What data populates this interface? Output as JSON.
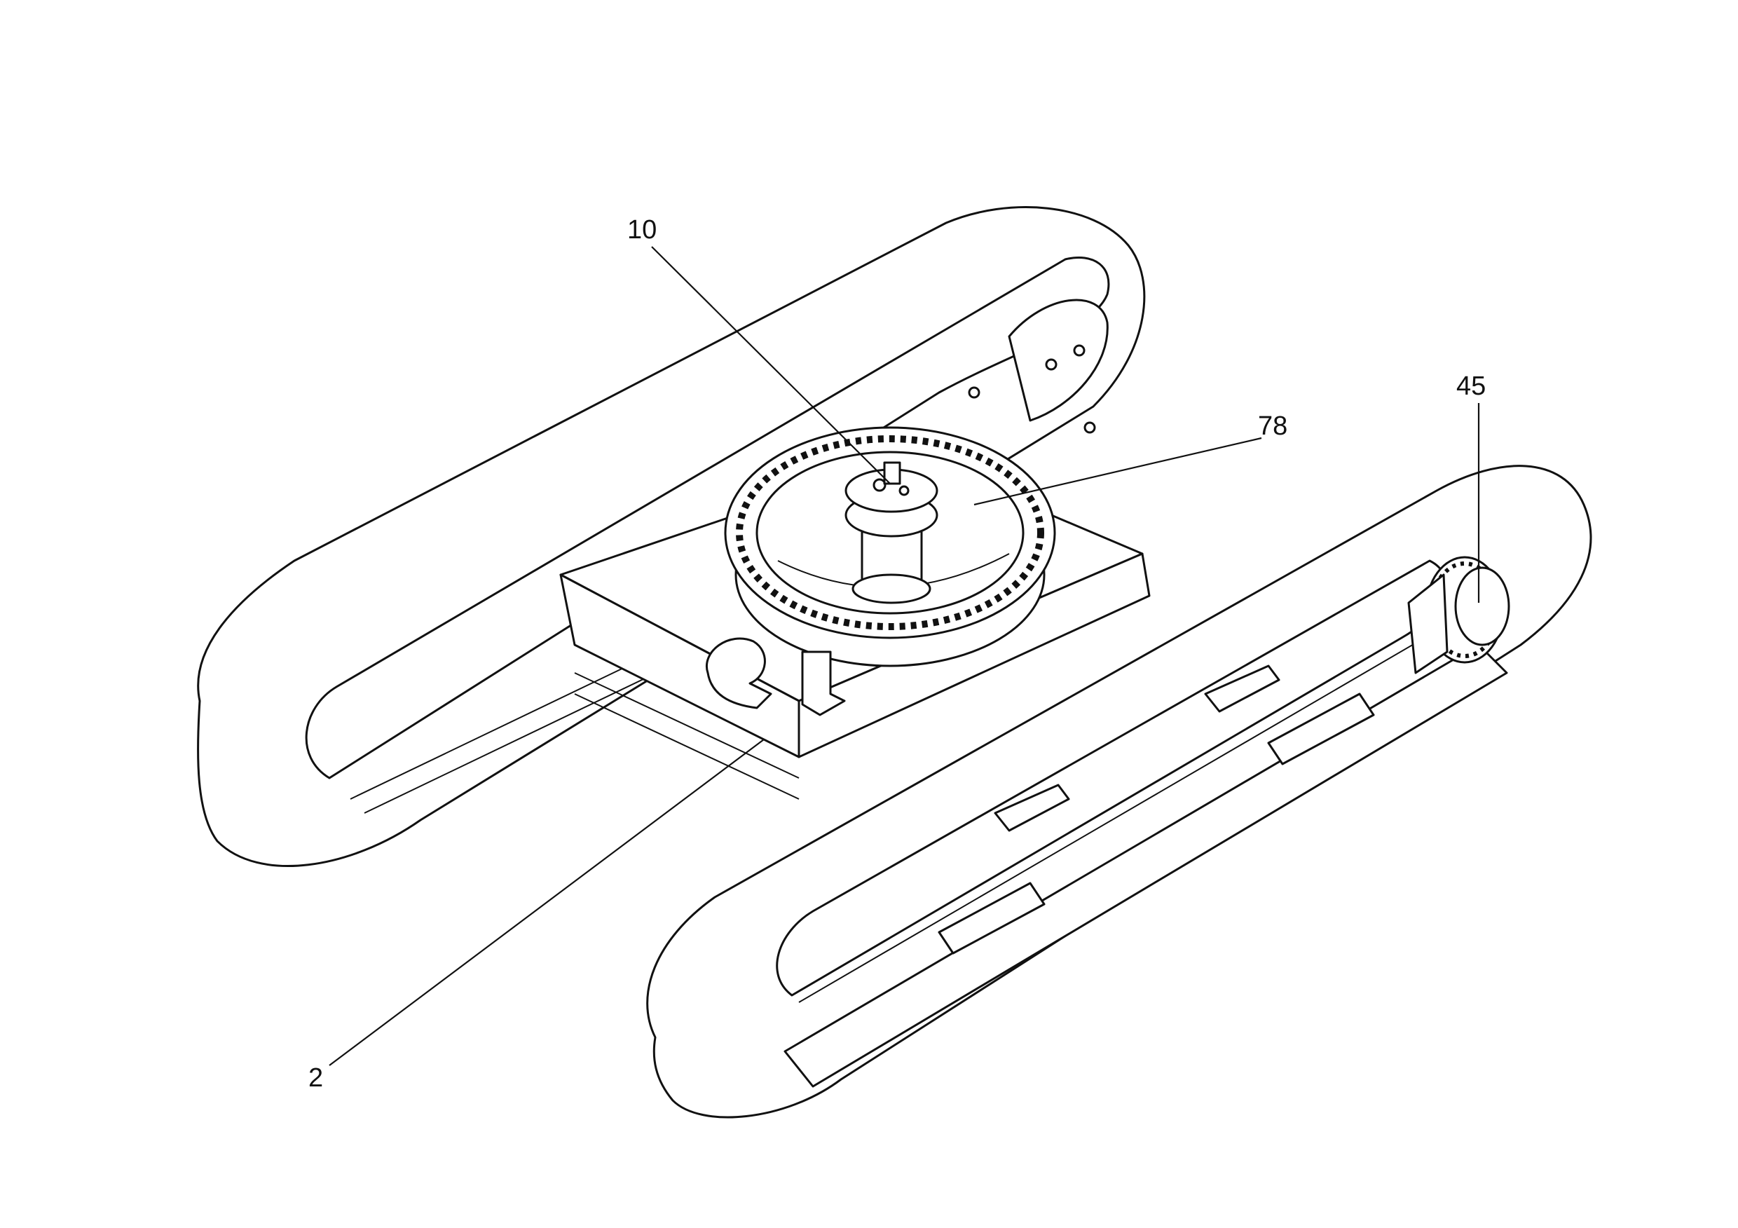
{
  "figure": {
    "callouts": [
      {
        "id": "10",
        "label": "10"
      },
      {
        "id": "78",
        "label": "78"
      },
      {
        "id": "45",
        "label": "45"
      },
      {
        "id": "2",
        "label": "2"
      }
    ]
  }
}
